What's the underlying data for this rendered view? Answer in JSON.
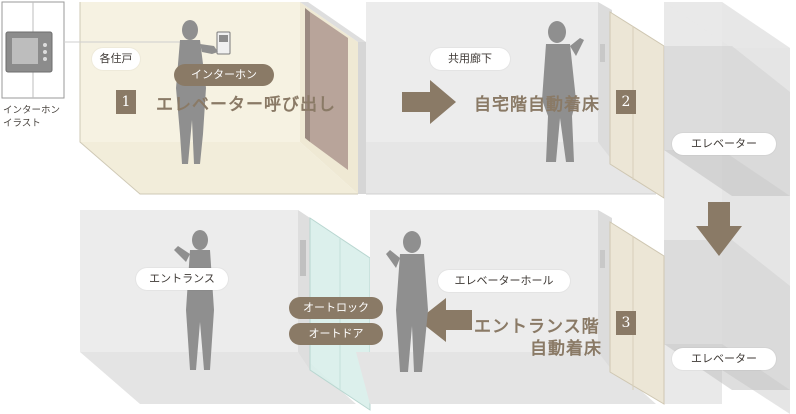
{
  "intercom_caption": "インターホン\nイラスト",
  "steps": [
    {
      "number": "1",
      "text": "エレベーター呼び出し"
    },
    {
      "number": "2",
      "text": "自宅階自動着床"
    },
    {
      "number": "3",
      "text_line1": "エントランス階",
      "text_line2": "自動着床"
    }
  ],
  "labels": {
    "residence": "各住戸",
    "intercom": "インターホン",
    "corridor": "共用廊下",
    "elevator_upper": "エレベーター",
    "elevator_lower": "エレベーター",
    "entrance": "エントランス",
    "elevator_hall": "エレベーターホール",
    "autolock": "オートロック",
    "autodoor": "オートドア"
  },
  "colors": {
    "accent": "#8a7a66",
    "room_yellow": "#f6f2e2",
    "wall_gray": "#e8e8e8",
    "silhouette": "#8c8c8c"
  }
}
